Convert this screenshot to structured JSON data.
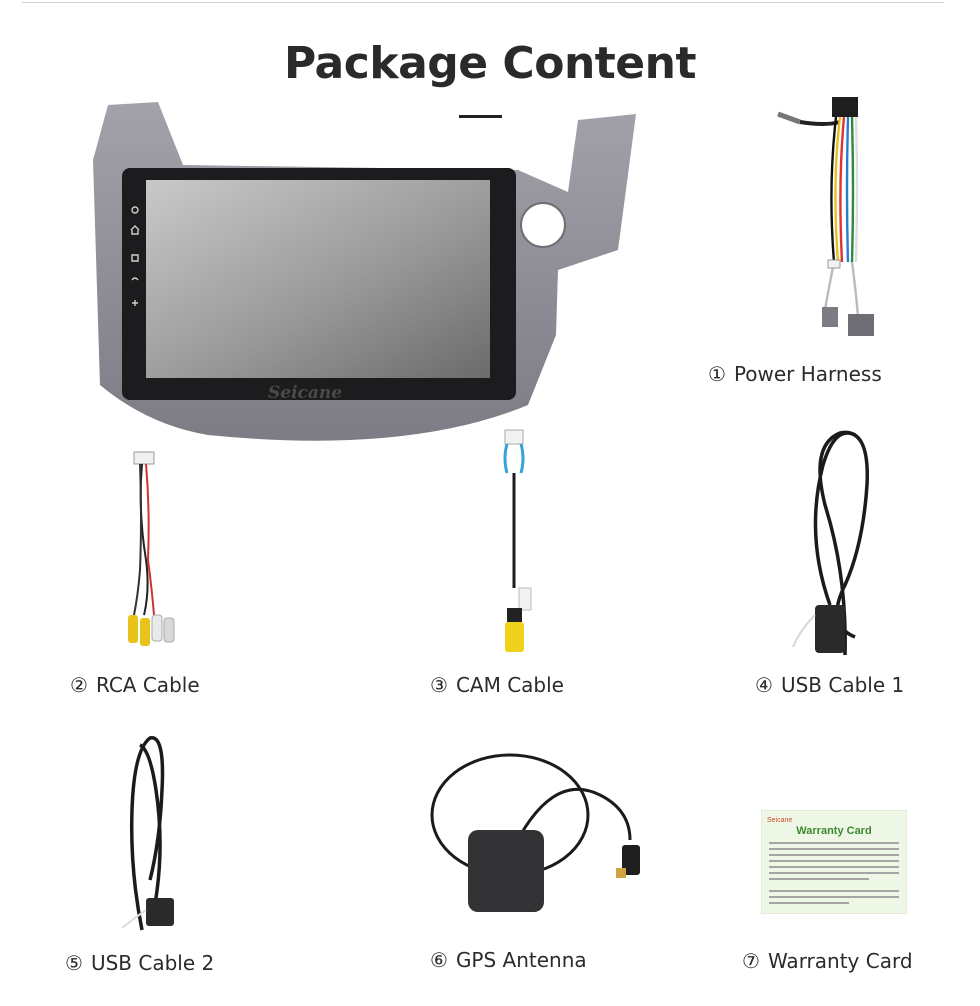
{
  "title": "Package Content",
  "items": [
    {
      "num": "①",
      "label": "Power Harness"
    },
    {
      "num": "②",
      "label": "RCA Cable"
    },
    {
      "num": "③",
      "label": "CAM Cable"
    },
    {
      "num": "④",
      "label": "USB Cable 1"
    },
    {
      "num": "⑤",
      "label": "USB Cable 2"
    },
    {
      "num": "⑥",
      "label": "GPS Antenna"
    },
    {
      "num": "⑦",
      "label": "Warranty Card"
    }
  ],
  "stereo": {
    "brand": "Seicane"
  },
  "warranty_card": {
    "brand": "Seicane",
    "heading": "Warranty Card"
  },
  "colors": {
    "title": "#2a2a2a",
    "frame": "#8f8e95",
    "card_bg": "#eef6e6",
    "card_heading": "#3c8a2e",
    "card_brand": "#d44a2a"
  }
}
